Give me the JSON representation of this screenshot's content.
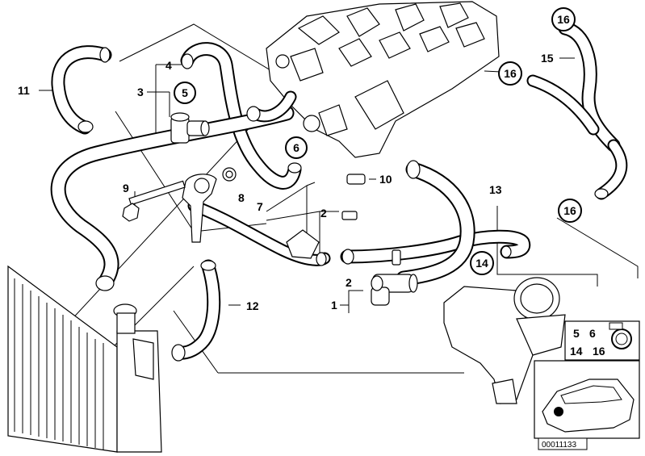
{
  "callouts": [
    {
      "id": "c1",
      "text": "1"
    },
    {
      "id": "c2a",
      "text": "2"
    },
    {
      "id": "c2b",
      "text": "2"
    },
    {
      "id": "c3",
      "text": "3"
    },
    {
      "id": "c4",
      "text": "4"
    },
    {
      "id": "c5",
      "text": "5",
      "circled": true
    },
    {
      "id": "c6",
      "text": "6",
      "circled": true
    },
    {
      "id": "c7",
      "text": "7"
    },
    {
      "id": "c8",
      "text": "8"
    },
    {
      "id": "c9",
      "text": "9"
    },
    {
      "id": "c10",
      "text": "10"
    },
    {
      "id": "c11",
      "text": "11"
    },
    {
      "id": "c12",
      "text": "12"
    },
    {
      "id": "c13",
      "text": "13"
    },
    {
      "id": "c14",
      "text": "14",
      "circled": true
    },
    {
      "id": "c15",
      "text": "15"
    },
    {
      "id": "c16a",
      "text": "16",
      "circled": true
    },
    {
      "id": "c16b",
      "text": "16",
      "circled": true
    },
    {
      "id": "c16c",
      "text": "16",
      "circled": true
    }
  ],
  "legend": {
    "row1": [
      "5",
      "6"
    ],
    "row2": [
      "14",
      "16"
    ]
  },
  "reference": "00011133"
}
